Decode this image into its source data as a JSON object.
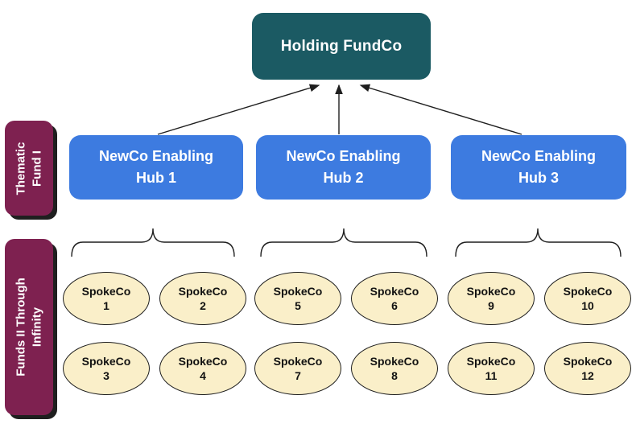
{
  "colors": {
    "root-fill": "#1b5a63",
    "hub-fill": "#3d7be0",
    "side-fill": "#7e2150",
    "spoke-fill": "#faefc9",
    "line": "#1f1f1f",
    "box-text": "#ffffff",
    "spoke-text": "#111111"
  },
  "diagram": {
    "root": {
      "label": "Holding FundCo"
    },
    "hubs": [
      {
        "line1": "NewCo Enabling",
        "line2": "Hub 1"
      },
      {
        "line1": "NewCo Enabling",
        "line2": "Hub 2"
      },
      {
        "line1": "NewCo Enabling",
        "line2": "Hub 3"
      }
    ],
    "side_labels": [
      {
        "line1": "Thematic",
        "line2": "Fund I"
      },
      {
        "line1": "Funds II Through",
        "line2": "Infinity"
      }
    ],
    "spoke_groups": [
      {
        "spokes": [
          {
            "name": "SpokeCo",
            "number": "1"
          },
          {
            "name": "SpokeCo",
            "number": "2"
          },
          {
            "name": "SpokeCo",
            "number": "3"
          },
          {
            "name": "SpokeCo",
            "number": "4"
          }
        ]
      },
      {
        "spokes": [
          {
            "name": "SpokeCo",
            "number": "5"
          },
          {
            "name": "SpokeCo",
            "number": "6"
          },
          {
            "name": "SpokeCo",
            "number": "7"
          },
          {
            "name": "SpokeCo",
            "number": "8"
          }
        ]
      },
      {
        "spokes": [
          {
            "name": "SpokeCo",
            "number": "9"
          },
          {
            "name": "SpokeCo",
            "number": "10"
          },
          {
            "name": "SpokeCo",
            "number": "11"
          },
          {
            "name": "SpokeCo",
            "number": "12"
          }
        ]
      }
    ]
  }
}
